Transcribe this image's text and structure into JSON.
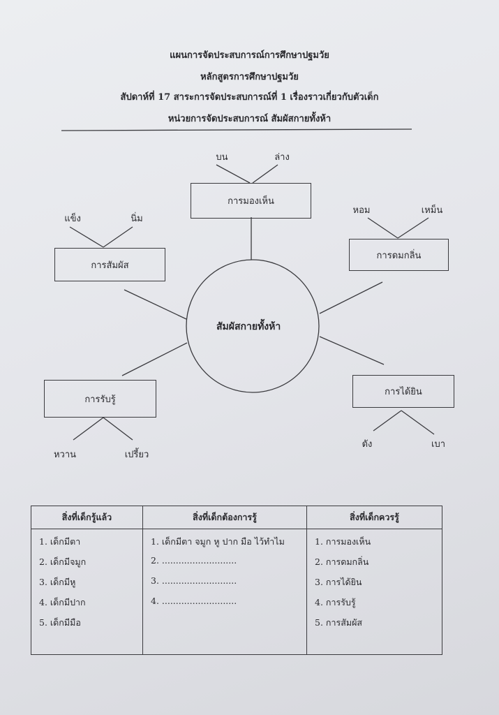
{
  "header": {
    "line1": "แผนการจัดประสบการณ์การศึกษาปฐมวัย",
    "line2": "หลักสูตรการศึกษาปฐมวัย",
    "line3": "สัปดาห์ที่ 17  สาระการจัดประสบการณ์ที่ 1  เรื่องราวเกี่ยวกับตัวเด็ก",
    "line4": "หน่วยการจัดประสบการณ์ สัมผัสกายทั้งห้า"
  },
  "diagram": {
    "center": "สัมผัสกายทั้งห้า",
    "seeing": {
      "label": "การมองเห็น",
      "a": "บน",
      "b": "ล่าง"
    },
    "touch": {
      "label": "การสัมผัส",
      "a": "แข็ง",
      "b": "นิ่ม"
    },
    "smell": {
      "label": "การดมกลิ่น",
      "a": "หอม",
      "b": "เหม็น"
    },
    "taste": {
      "label": "การรับรู้",
      "a": "หวาน",
      "b": "เปรี้ยว"
    },
    "hearing": {
      "label": "การได้ยิน",
      "a": "ดัง",
      "b": "เบา"
    }
  },
  "table": {
    "headers": [
      "สิ่งที่เด็กรู้แล้ว",
      "สิ่งที่เด็กต้องการรู้",
      "สิ่งที่เด็กควรรู้"
    ],
    "col1": [
      "1. เด็กมีตา",
      "2. เด็กมีจมูก",
      "3.  เด็กมีหู",
      "4.  เด็กมีปาก",
      "5.  เด็กมีมือ"
    ],
    "col2": [
      "1. เด็กมีตา จมูก หู ปาก มือ ไว้ทำไม",
      "2. ...........................",
      "3. ...........................",
      "4. ..........................."
    ],
    "col3": [
      "1. การมองเห็น",
      "2. การดมกลิ่น",
      "3. การได้ยิน",
      "4. การรับรู้",
      "5. การสัมผัส"
    ]
  }
}
